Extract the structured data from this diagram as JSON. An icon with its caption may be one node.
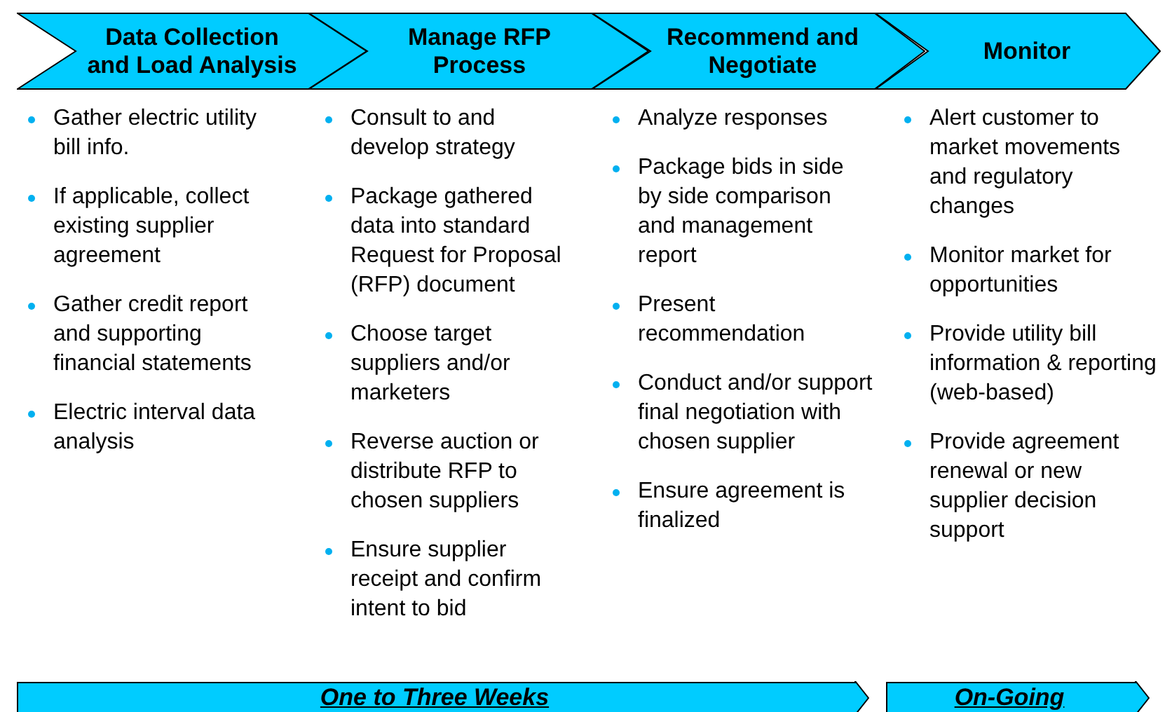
{
  "diagram": {
    "nodes": [
      {
        "text": [
          "Data Collection and Load Analysis"
        ]
      },
      {
        "text": [
          "Manage RFP Process"
        ]
      },
      {
        "text": [
          "Recommend and Negotiate"
        ]
      },
      {
        "text": [
          "Monitor"
        ]
      },
      {
        "text": [
          "One to Three Weeks"
        ]
      },
      {
        "text": [
          "On-Going"
        ]
      }
    ],
    "labels": [
      "Gather electric utility bill info.",
      "If applicable, collect existing supplier agreement",
      "Gather credit report and supporting financial statements",
      "Electric interval data analysis",
      "Consult to and develop strategy",
      "Package gathered data into standard Request for Proposal (RFP) document",
      "Choose target suppliers and/or marketers",
      "Reverse auction or distribute RFP to chosen suppliers",
      "Ensure supplier receipt and confirm intent to bid",
      "Analyze responses",
      "Package bids in side by side comparison and management report",
      "Present recommendation",
      "Conduct and/or support final negotiation with chosen supplier",
      "Ensure agreement is finalized",
      "Alert customer to market movements and regulatory changes",
      "Monitor market for opportunities",
      "Provide utility bill information & reporting (web-based)",
      "Provide agreement renewal or new supplier decision support"
    ]
  }
}
